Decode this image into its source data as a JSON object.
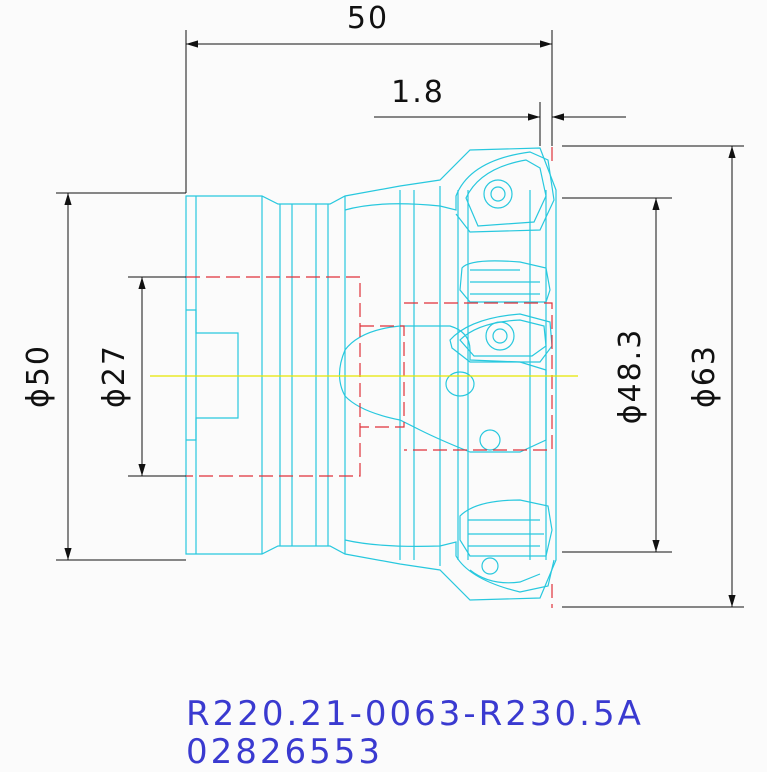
{
  "dimensions": {
    "overall_length": "50",
    "insert_offset": "1.8",
    "shank_diameter": "ϕ50",
    "bore_diameter": "ϕ27",
    "effective_diameter": "ϕ48.3",
    "cutting_diameter": "ϕ63"
  },
  "part_number": "R220.21-0063-R230.5A",
  "order_number": "02826553",
  "colors": {
    "outline": "#28c8de",
    "hidden": "#e0313a",
    "centerline": "#e6e600",
    "dimension": "#111111",
    "label": "#3a3ad0",
    "background": "#fbfbfb"
  }
}
